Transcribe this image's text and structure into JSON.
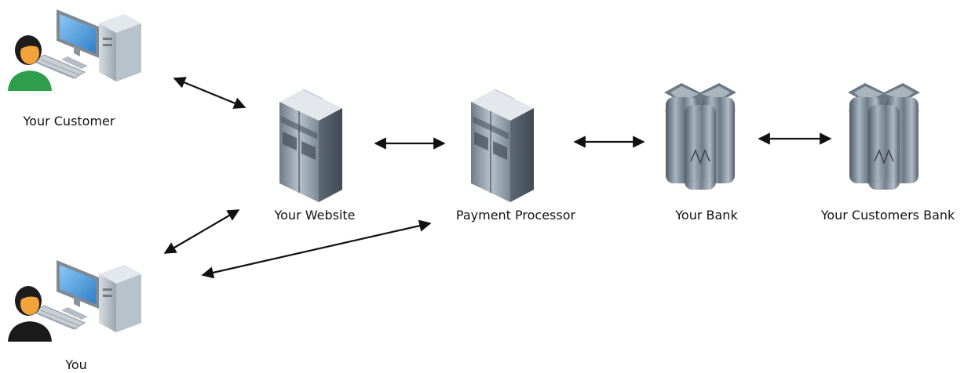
{
  "nodes": {
    "customer": {
      "label": "Your Customer",
      "icon": "user-workstation-icon"
    },
    "you": {
      "label": "You",
      "icon": "user-workstation-icon"
    },
    "website": {
      "label": "Your Website",
      "icon": "server-rack-icon"
    },
    "processor": {
      "label": "Payment Processor",
      "icon": "server-rack-icon"
    },
    "bank": {
      "label": "Your Bank",
      "icon": "mainframe-icon"
    },
    "customers_bank": {
      "label": "Your Customers Bank",
      "icon": "mainframe-icon"
    }
  },
  "connections": [
    {
      "from": "customer",
      "to": "website",
      "direction": "both"
    },
    {
      "from": "website",
      "to": "processor",
      "direction": "both"
    },
    {
      "from": "processor",
      "to": "bank",
      "direction": "both"
    },
    {
      "from": "bank",
      "to": "customers_bank",
      "direction": "both"
    },
    {
      "from": "you",
      "to": "website",
      "direction": "both"
    },
    {
      "from": "you",
      "to": "processor",
      "direction": "both"
    }
  ],
  "colors": {
    "arrow": "#111111",
    "customer_shirt": "#2e9e4a",
    "you_shirt": "#1a1a1a",
    "monitor_screen": "#5aa6e6",
    "server_body": "#c9d1d8",
    "mainframe_body": "#8d9aa6"
  }
}
